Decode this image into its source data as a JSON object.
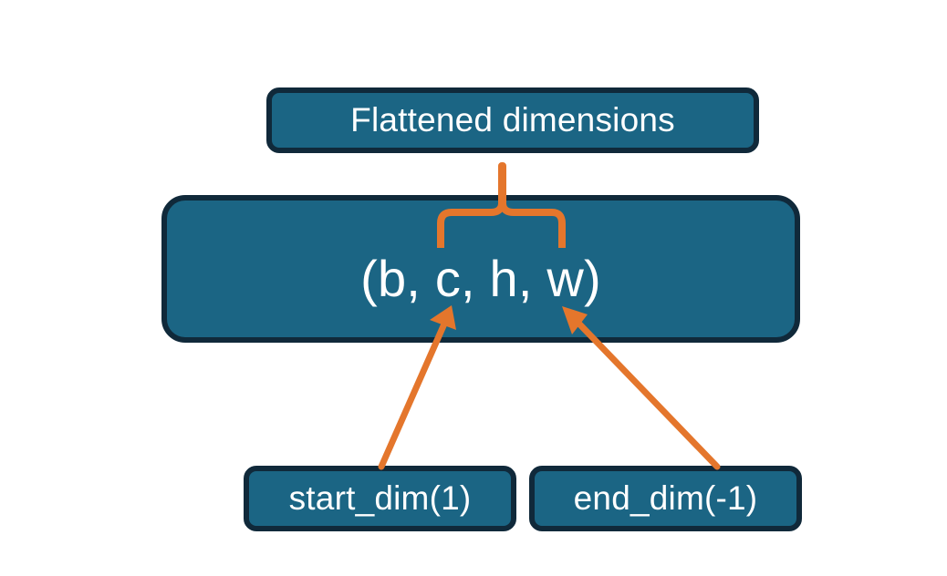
{
  "diagram": {
    "title_text": "Flattened dimensions",
    "shape_text": "(b, c, h, w)",
    "start_dim_text": "start_dim(1)",
    "end_dim_text": "end_dim(-1)",
    "colors": {
      "box_fill": "#1b6584",
      "box_border": "#10293a",
      "box_text": "#ffffff",
      "connector": "#e4762c",
      "background": "#ffffff"
    },
    "connectors": [
      {
        "name": "brace-flattened-to-shape",
        "kind": "curly-brace",
        "from": "node-shape",
        "to": "node-flattened",
        "spans_tokens": "c, h, w"
      },
      {
        "name": "arrow-start-dim-to-shape",
        "kind": "arrow",
        "from": "node-start-dim",
        "to": "node-shape",
        "points_at_token": "c"
      },
      {
        "name": "arrow-end-dim-to-shape",
        "kind": "arrow",
        "from": "node-end-dim",
        "to": "node-shape",
        "points_at_token": "w"
      }
    ]
  }
}
